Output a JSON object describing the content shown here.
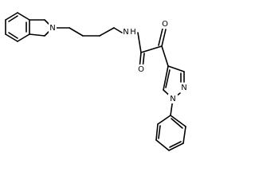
{
  "molecule": {
    "atom_labels": {
      "isoindoline_n": "N",
      "amide_nh": "N",
      "amide_h": "H",
      "amide_o": "O",
      "keto_o": "O",
      "pyrazole_n2": "N",
      "pyrazole_n1": "N"
    },
    "colors": {
      "bond": "#000000",
      "label": "#000000",
      "background": "#ffffff"
    }
  }
}
